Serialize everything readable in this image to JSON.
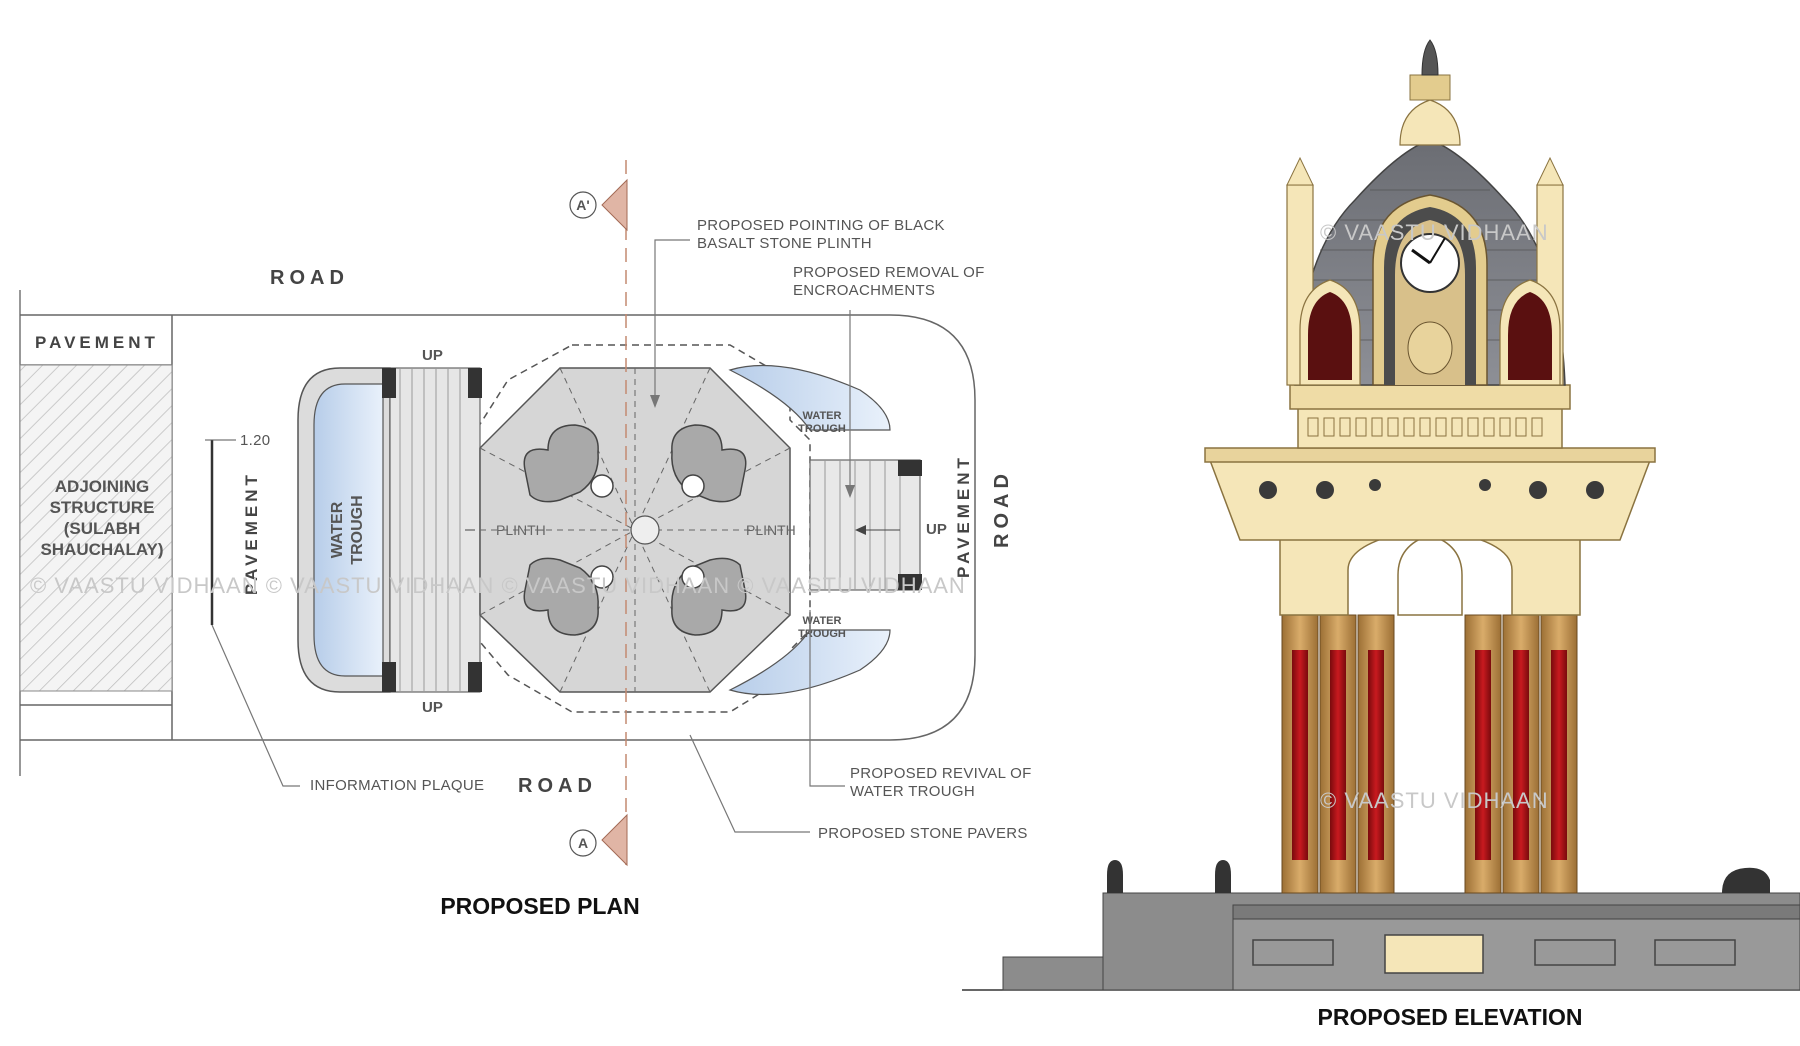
{
  "plan": {
    "caption": "PROPOSED PLAN",
    "road_top": "ROAD",
    "road_bottom": "ROAD",
    "road_right": "ROAD",
    "pavement_top": "PAVEMENT",
    "pavement_left": "PAVEMENT",
    "pavement_right": "PAVEMENT",
    "adjoining": [
      "ADJOINING",
      "STRUCTURE",
      "(SULABH",
      "SHAUCHALAY)"
    ],
    "dimension": "1.20",
    "water_trough_main": [
      "WATER",
      "TROUGH"
    ],
    "water_trough_small_top": [
      "WATER",
      "TROUGH"
    ],
    "water_trough_small_bottom": [
      "WATER",
      "TROUGH"
    ],
    "plinth_left": "PLINTH",
    "plinth_right": "PLINTH",
    "up_top": "UP",
    "up_bottom": "UP",
    "up_right": "UP",
    "section_top": "A'",
    "section_bottom": "A",
    "notes": {
      "pointing": [
        "PROPOSED POINTING OF BLACK",
        "BASALT STONE PLINTH"
      ],
      "removal": [
        "PROPOSED REMOVAL OF",
        "ENCROACHMENTS"
      ],
      "plaque": "INFORMATION PLAQUE",
      "revival": [
        "PROPOSED REVIVAL OF",
        "WATER TROUGH"
      ],
      "pavers": "PROPOSED STONE PAVERS"
    },
    "watermark": "© VAASTU VIDHAAN © VAASTU VIDHAAN © VAASTU VIDHAAN © VAASTU VIDHAAN"
  },
  "elevation": {
    "caption": "PROPOSED ELEVATION",
    "watermark_1": "© VAASTU VIDHAAN",
    "watermark_2": "© VAASTU VIDHAAN"
  },
  "colors": {
    "cream": "#f5e6b8",
    "cream_dark": "#e3cc8e",
    "gold": "#c89a55",
    "red": "#b31217",
    "roof": "#7d7f86",
    "stone": "#8a8a8a",
    "water": "#c9dcf2",
    "plinth_fill": "#d9d9d9"
  }
}
